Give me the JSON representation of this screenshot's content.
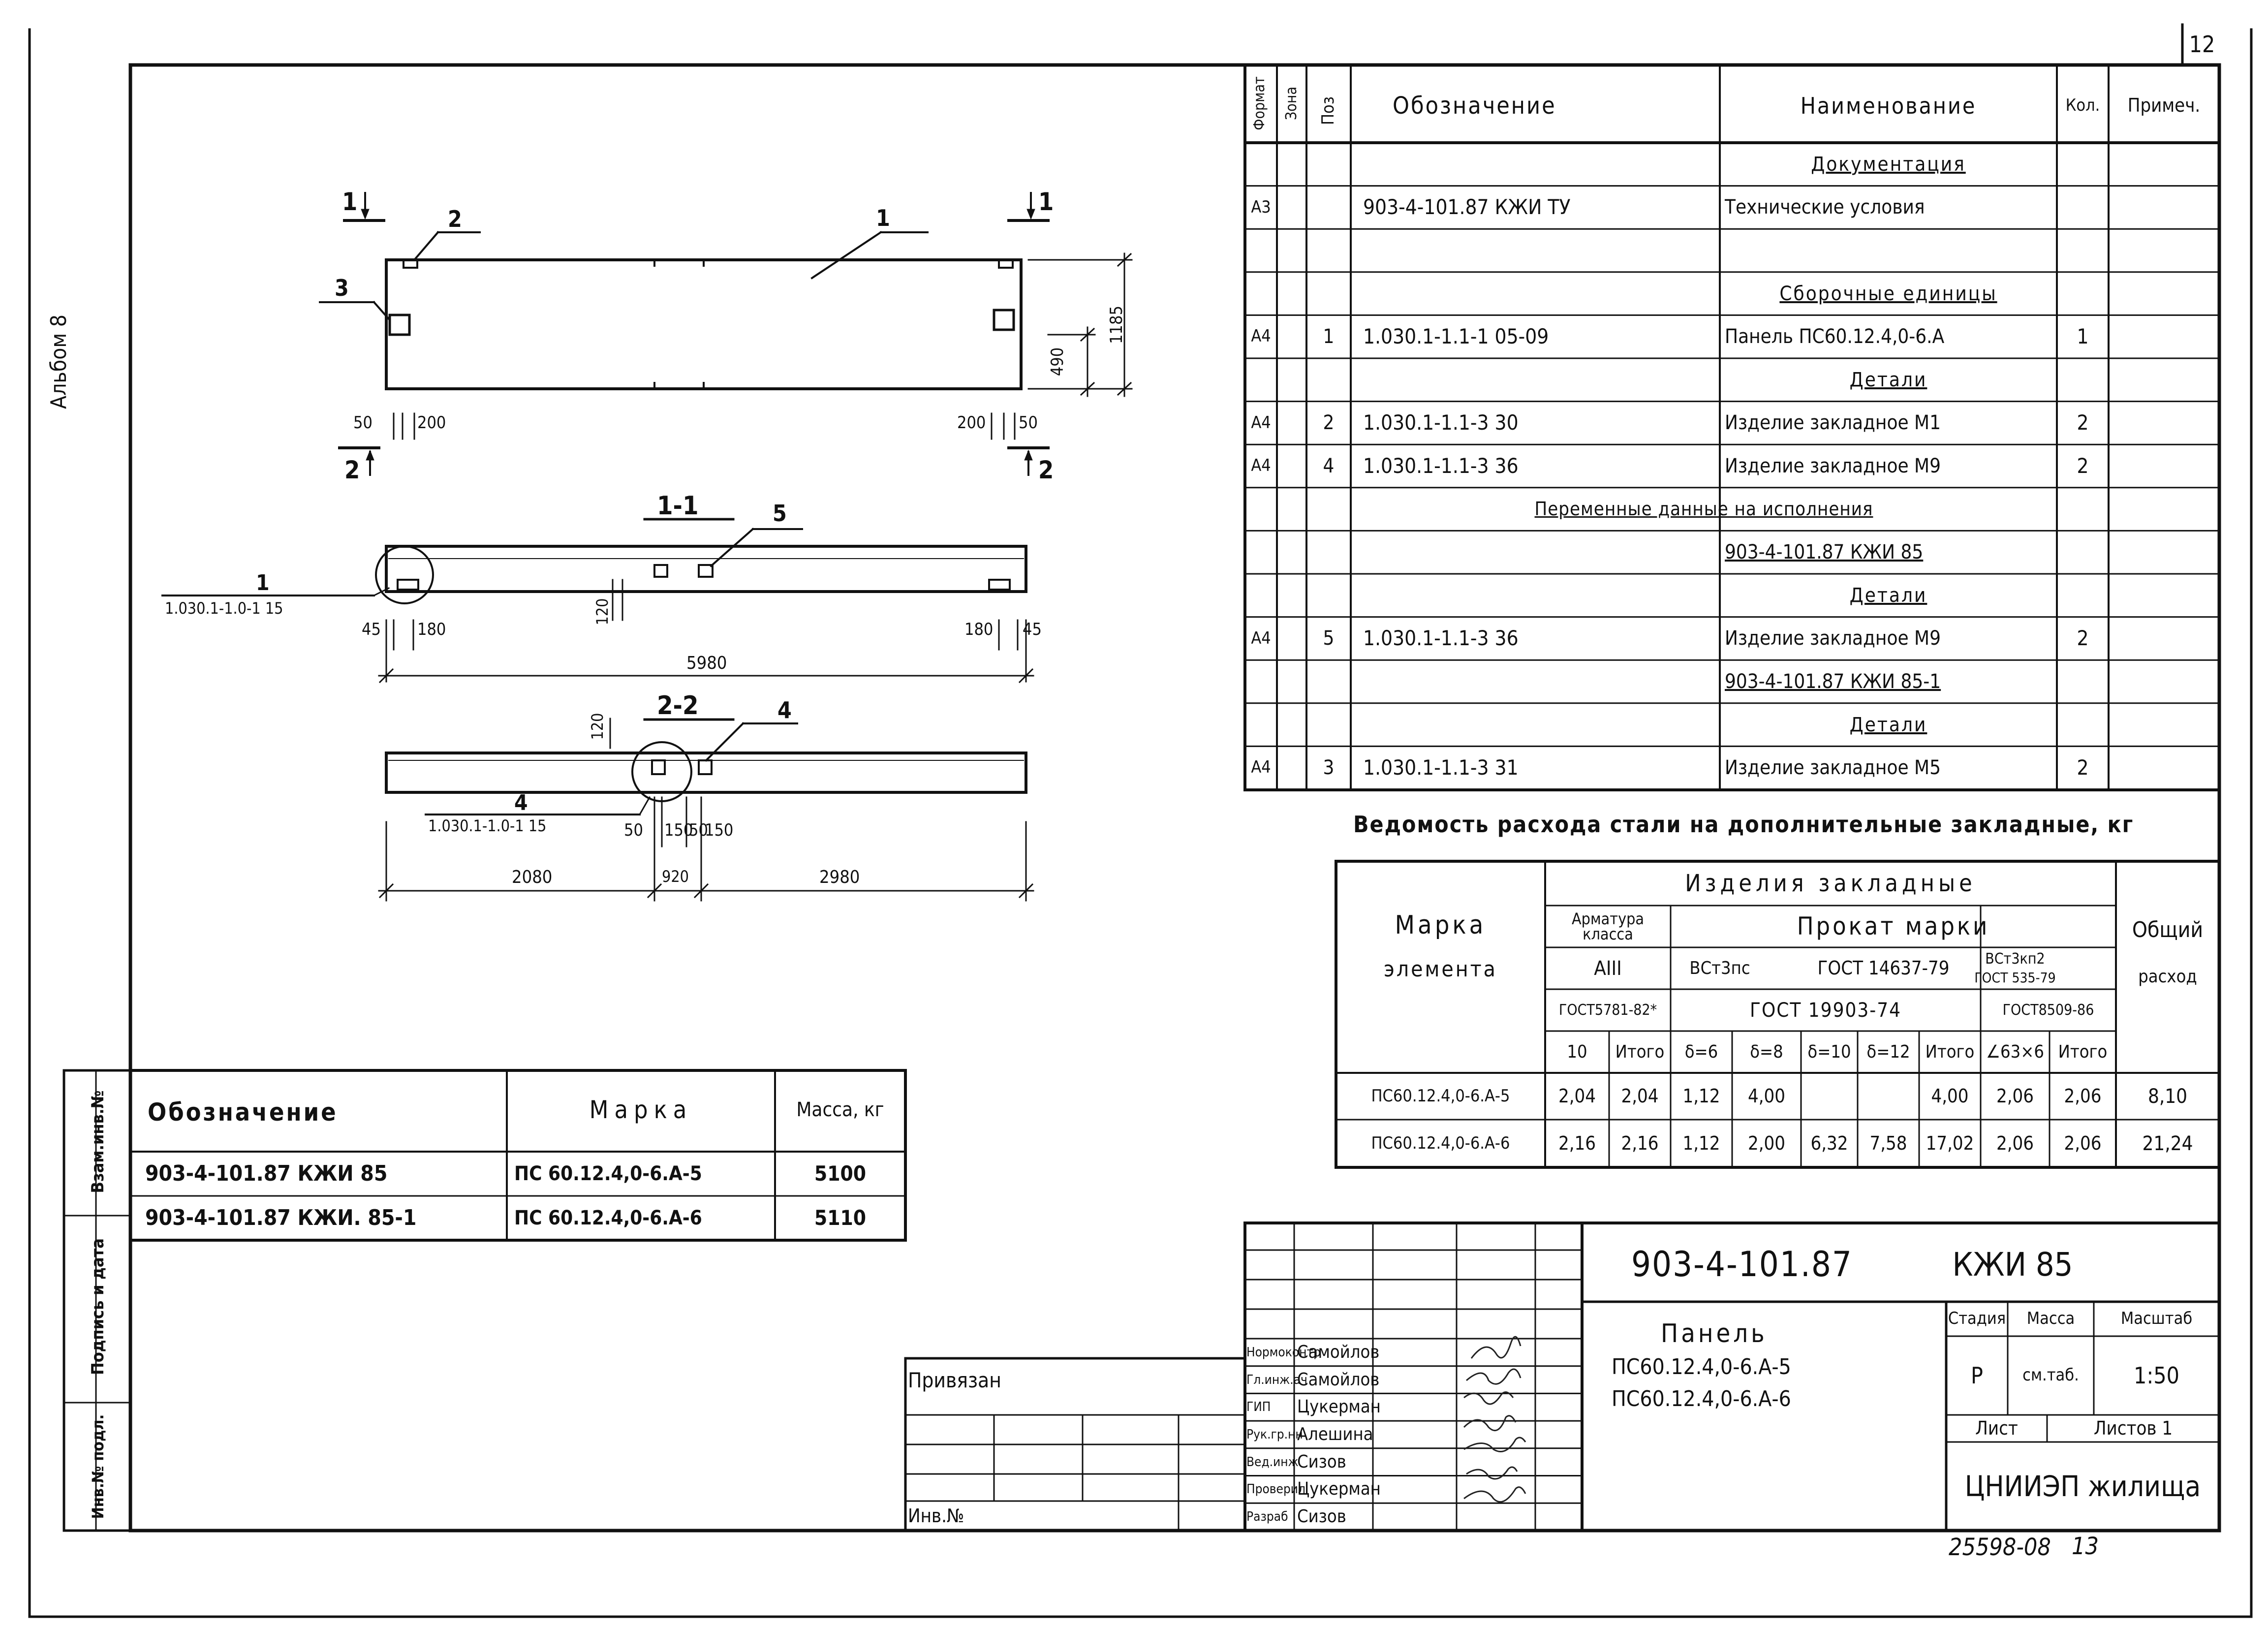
{
  "sheet": {
    "number": "12",
    "album": "Альбом 8",
    "bottom_code": "25598-08",
    "bottom_sheet": "13",
    "side_stamp": {
      "vzam": "Взам.инв.№",
      "podpis": "Подпись и дата",
      "inv": "Инв.№ подл."
    }
  },
  "spec_table": {
    "headers": {
      "format": "Формат",
      "zona": "Зона",
      "poz": "Поз",
      "oboznachenie": "Обозначение",
      "naimenovanie": "Наименование",
      "kol": "Кол.",
      "primech": "Примеч."
    },
    "rows": [
      {
        "fmt": "",
        "poz": "",
        "obozn": "",
        "naim": "Документация",
        "kol": ""
      },
      {
        "fmt": "А3",
        "poz": "",
        "obozn": "903-4-101.87  КЖИ ТУ",
        "naim": "Технические условия",
        "kol": ""
      },
      {
        "fmt": "",
        "poz": "",
        "obozn": "",
        "naim": "",
        "kol": ""
      },
      {
        "fmt": "",
        "poz": "",
        "obozn": "",
        "naim": "Сборочные единицы",
        "kol": ""
      },
      {
        "fmt": "А4",
        "poz": "1",
        "obozn": "1.030.1-1.1-1  05-09",
        "naim": "Панель ПС60.12.4,0-6.А",
        "kol": "1"
      },
      {
        "fmt": "",
        "poz": "",
        "obozn": "",
        "naim": "Детали",
        "kol": ""
      },
      {
        "fmt": "А4",
        "poz": "2",
        "obozn": "1.030.1-1.1-3  30",
        "naim": "Изделие закладное  М1",
        "kol": "2"
      },
      {
        "fmt": "А4",
        "poz": "4",
        "obozn": "1.030.1-1.1-3  36",
        "naim": "Изделие закладное  М9",
        "kol": "2"
      },
      {
        "fmt": "",
        "poz": "",
        "obozn": "",
        "naim": "Переменные данные на исполнения",
        "kol": ""
      },
      {
        "fmt": "",
        "poz": "",
        "obozn": "",
        "naim": "903-4-101.87  КЖИ 85",
        "kol": ""
      },
      {
        "fmt": "",
        "poz": "",
        "obozn": "",
        "naim": "Детали",
        "kol": ""
      },
      {
        "fmt": "А4",
        "poz": "5",
        "obozn": "1.030.1-1.1-3  36",
        "naim": "Изделие закладное  М9",
        "kol": "2"
      },
      {
        "fmt": "",
        "poz": "",
        "obozn": "",
        "naim": "903-4-101.87  КЖИ 85-1",
        "kol": ""
      },
      {
        "fmt": "",
        "poz": "",
        "obozn": "",
        "naim": "Детали",
        "kol": ""
      },
      {
        "fmt": "А4",
        "poz": "3",
        "obozn": "1.030.1-1.1-3  31",
        "naim": "Изделие закладное  М5",
        "kol": "2"
      }
    ]
  },
  "steel": {
    "title": "Ведомость расхода стали на дополнительные закладные, кг",
    "h_marka": "Марка",
    "h_elementa": "элемента",
    "h_izdelia": "Изделия закладные",
    "h_armatura": "Арматура класса",
    "h_prokat": "Прокат марки",
    "h_obshiy": "Общий",
    "h_rashod": "расход",
    "h_aiii": "АIII",
    "h_vst3ps": "ВСт3пс",
    "h_gost14637": "ГОСТ 14637-79",
    "h_vst3kp2": "ВСт3кп2",
    "h_gost535": "ГОСТ 535-79",
    "h_gost5781": "ГОСТ5781-82*",
    "h_gost19903": "ГОСТ 19903-74",
    "h_gost8509": "ГОСТ8509-86",
    "cols": [
      "10",
      "Итого",
      "δ=6",
      "δ=8",
      "δ=10",
      "δ=12",
      "Итого",
      "∠63×6",
      "Итого"
    ],
    "rows": [
      {
        "mark": "ПС60.12.4,0-6.А-5",
        "v": [
          "2,04",
          "2,04",
          "1,12",
          "4,00",
          "",
          "",
          "4,00",
          "2,06",
          "2,06"
        ],
        "total": "8,10"
      },
      {
        "mark": "ПС60.12.4,0-6.А-6",
        "v": [
          "2,16",
          "2,16",
          "1,12",
          "2,00",
          "6,32",
          "7,58",
          "17,02",
          "2,06",
          "2,06"
        ],
        "total": "21,24"
      }
    ]
  },
  "mass_table": {
    "h_obozn": "Обозначение",
    "h_marka": "Марка",
    "h_massa": "Масса, кг",
    "rows": [
      {
        "obozn": "903-4-101.87   КЖИ 85",
        "marka": "ПС 60.12.4,0-6.А-5",
        "massa": "5100"
      },
      {
        "obozn": "903-4-101.87   КЖИ. 85-1",
        "marka": "ПС 60.12.4,0-6.А-6",
        "massa": "5110"
      }
    ]
  },
  "title_block": {
    "code": "903-4-101.87",
    "code2": "КЖИ 85",
    "name": "Панель",
    "name_l2": "ПС60.12.4,0-6.А-5",
    "name_l3": "ПС60.12.4,0-6.А-6",
    "h_stadia": "Стадия",
    "h_massa": "Масса",
    "h_masshtab": "Масштаб",
    "stadia": "Р",
    "massa": "см.таб.",
    "masshtab": "1:50",
    "list": "Лист",
    "listov": "Листов 1",
    "org": "ЦНИИЭП жилища",
    "privyazan": "Привязан",
    "inv_no": "Инв.№",
    "roles": [
      {
        "role": "Нормоконтр",
        "name": "Самойлов"
      },
      {
        "role": "Гл.инж.ач",
        "name": "Самойлов"
      },
      {
        "role": "ГИП",
        "name": "Цукерман"
      },
      {
        "role": "Рук.гр.нн",
        "name": "Алешина"
      },
      {
        "role": "Вед.инж",
        "name": "Сизов"
      },
      {
        "role": "Проверил",
        "name": "Цукерман"
      },
      {
        "role": "Разраб",
        "name": "Сизов"
      }
    ]
  },
  "drawing": {
    "elev": {
      "sec1": "1",
      "sec2": "2",
      "l1": "1",
      "l2": "2",
      "l3": "3",
      "d50a": "50",
      "d200a": "200",
      "d200b": "200",
      "d50b": "50",
      "d490": "490",
      "d1185": "1185"
    },
    "sec11": {
      "title": "1-1",
      "l5": "5",
      "l1": "1",
      "l1ref": "1.030.1-1.0-1 15",
      "d120": "120",
      "d45a": "45",
      "d180a": "180",
      "d180b": "180",
      "d45b": "45",
      "d5980": "5980"
    },
    "sec22": {
      "title": "2-2",
      "l4": "4",
      "l4b": "4",
      "l4ref": "1.030.1-1.0-1  15",
      "d120": "120",
      "d50a": "50",
      "d150a": "150",
      "d50b": "50",
      "d150b": "150",
      "d2080": "2080",
      "d920": "920",
      "d2980": "2980"
    }
  }
}
